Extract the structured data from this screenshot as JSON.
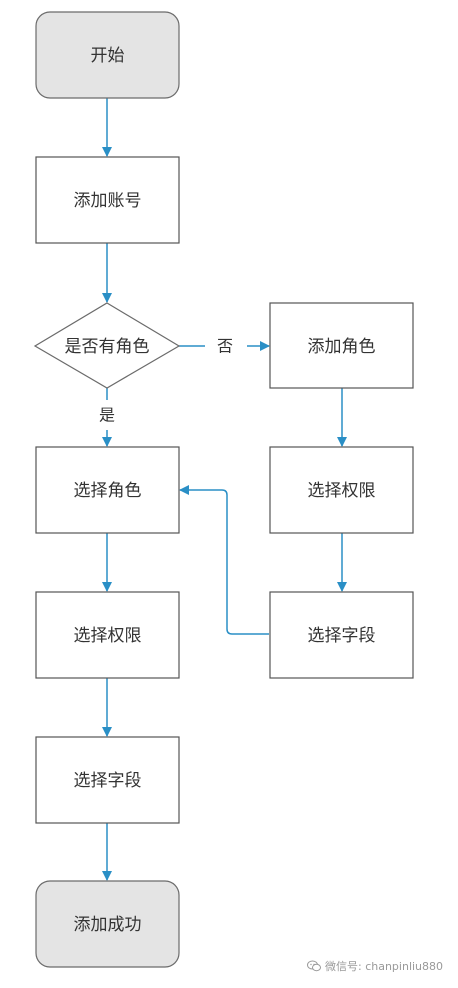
{
  "diagram": {
    "nodes": {
      "start": "开始",
      "add_account": "添加账号",
      "has_role": "是否有角色",
      "add_role": "添加角色",
      "choose_role": "选择角色",
      "choose_permission_left": "选择权限",
      "choose_permission_right": "选择权限",
      "choose_field_left": "选择字段",
      "choose_field_right": "选择字段",
      "success": "添加成功"
    },
    "edge_labels": {
      "no": "否",
      "yes": "是"
    },
    "colors": {
      "arrow": "#2a8fc6",
      "box_border": "#555555",
      "terminal_fill": "#e4e4e4"
    }
  },
  "watermark": {
    "text": "微信号: chanpinliu880",
    "icon": "wechat-icon"
  }
}
